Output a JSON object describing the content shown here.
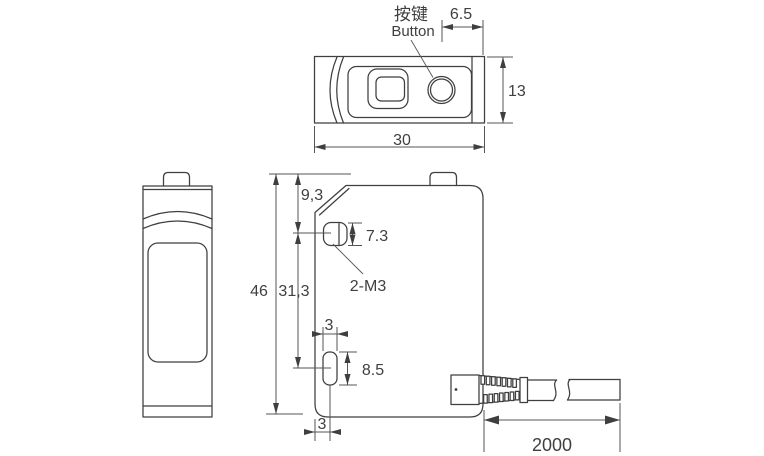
{
  "diagram": {
    "type": "technical-drawing",
    "subject": "photoelectric-sensor-dimensions",
    "labels": {
      "button_cn": "按键",
      "button_en": "Button",
      "mounting_hole": "2-M3"
    },
    "dims": {
      "button_offset": "6.5",
      "depth": "13",
      "width": "30",
      "height": "46",
      "top_to_hole": "9,3",
      "hole_spacing": "31,3",
      "top_slot_length": "7.3",
      "slot_width": "3",
      "bottom_slot_length": "8.5",
      "edge_to_slot_center": "3",
      "cable_length": "2000"
    },
    "colors": {
      "line": "#3f3f3f",
      "dim_line": "#565656",
      "background": "#ffffff"
    }
  }
}
